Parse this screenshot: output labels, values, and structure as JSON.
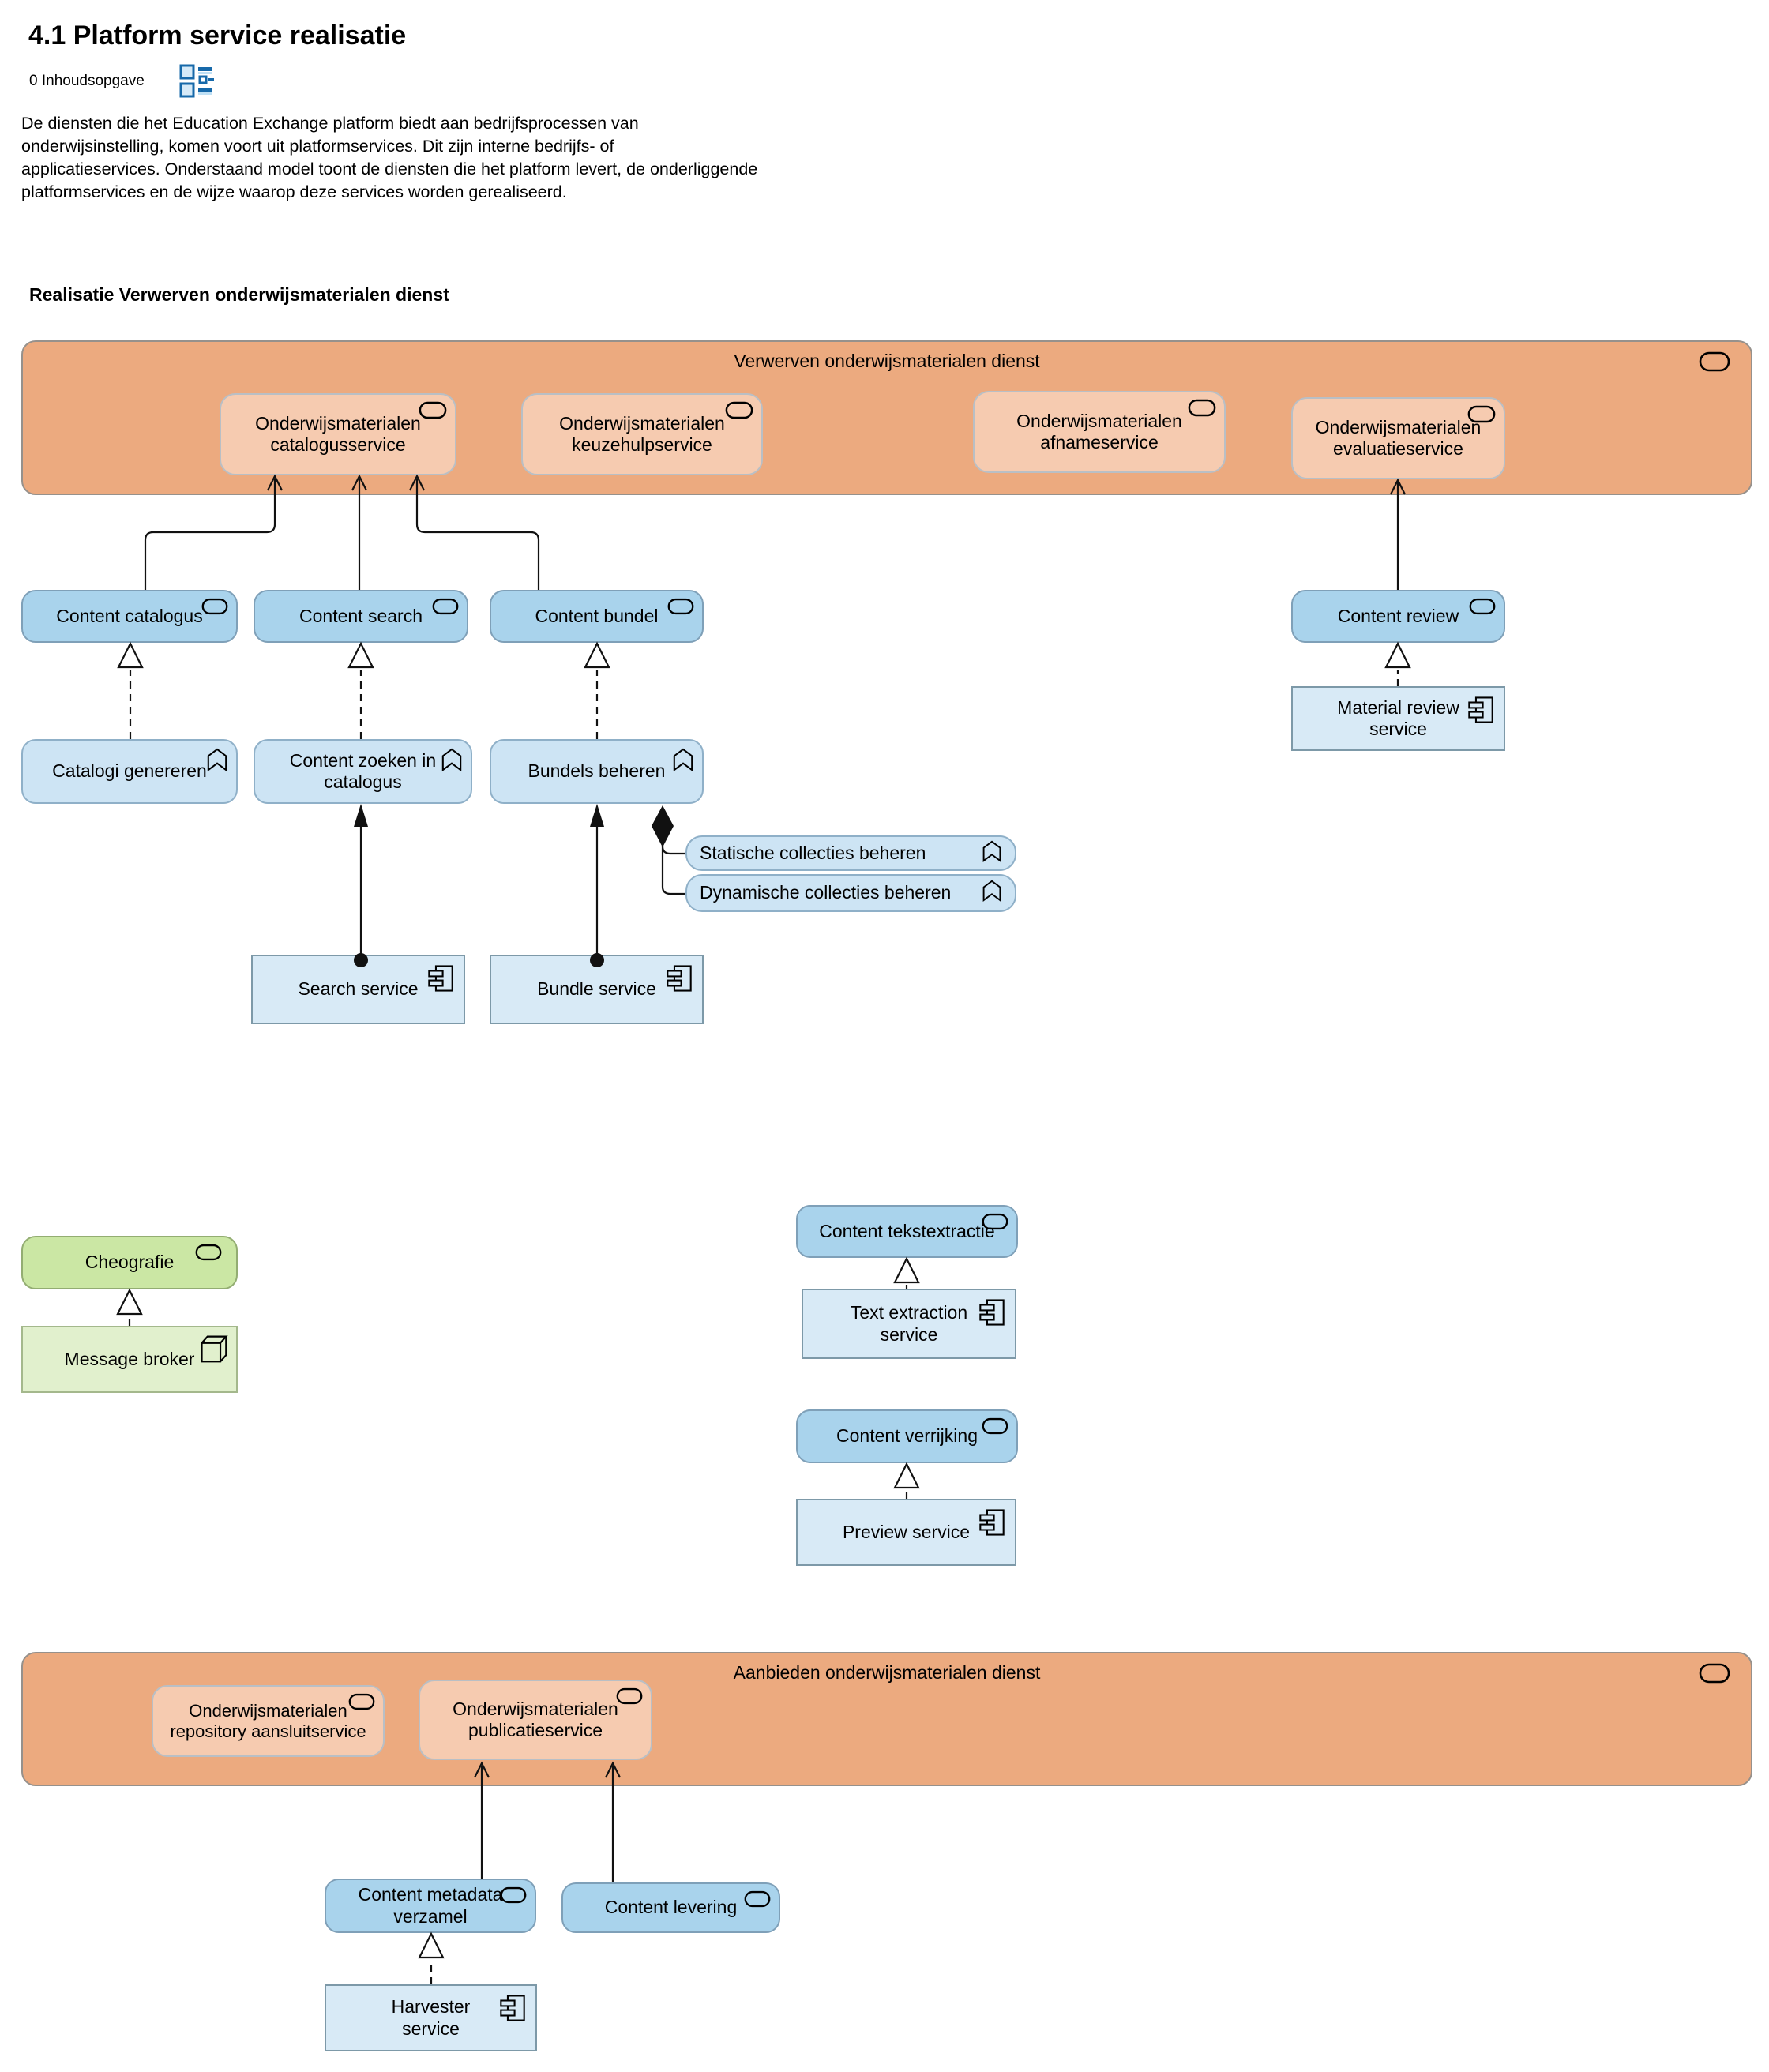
{
  "page": {
    "title": "4.1 Platform service realisatie",
    "toc_label": "0 Inhoudsopgave",
    "intro": "De diensten die het Education Exchange platform biedt aan bedrijfsprocessen van\nonderwijsinstelling, komen voort uit platformservices. Dit zijn interne bedrijfs- of\napplicatieservices. Onderstaand model toont de diensten die het platform levert, de onderliggende\nplatformservices en de wijze waarop deze services worden gerealiseerd.",
    "section_heading": "Realisatie Verwerven onderwijsmaterialen dienst"
  },
  "containers": {
    "verwerven": "Verwerven onderwijsmaterialen dienst",
    "aanbieden": "Aanbieden onderwijsmaterialen dienst"
  },
  "nodes": {
    "catalogusservice": "Onderwijsmaterialen catalogusservice",
    "keuzehulpservice": "Onderwijsmaterialen keuzehulpservice",
    "afnameservice": "Onderwijsmaterialen afnameservice",
    "evaluatieservice": "Onderwijsmaterialen evaluatieservice",
    "content_catalogus": "Content catalogus",
    "content_search": "Content search",
    "content_bundel": "Content bundel",
    "content_review": "Content review",
    "catalogi_genereren": "Catalogi genereren",
    "content_zoeken": "Content zoeken in catalogus",
    "bundels_beheren": "Bundels beheren",
    "material_review": "Material review service",
    "statische_collecties": "Statische collecties beheren",
    "dynamische_collecties": "Dynamische collecties beheren",
    "search_service": "Search service",
    "bundle_service": "Bundle service",
    "cheografie": "Cheografie",
    "message_broker": "Message broker",
    "content_tekstextractie": "Content tekstextractie",
    "text_extraction": "Text extraction service",
    "content_verrijking": "Content verrijking",
    "preview_service": "Preview service",
    "repository_aansluitservice": "Onderwijsmaterialen repository aansluitservice",
    "publicatieservice": "Onderwijsmaterialen publicatieservice",
    "metadata_verzamel": "Content metadata verzamel",
    "content_levering": "Content levering",
    "harvester_service": "Harvester service"
  },
  "icons": {
    "toc": "outline-toc-icon",
    "service": "archimate-service-icon",
    "function": "archimate-function-icon",
    "component": "uml-component-icon",
    "node": "archimate-node-icon"
  },
  "colors": {
    "orange_container": "#ecaa7f",
    "orange_inner": "#f6cbb0",
    "blue_service": "#a9d3ec",
    "blue_function": "#cde4f4",
    "blue_component": "#d8eaf6",
    "green_service": "#cbe7a4",
    "green_node": "#e1f0cd",
    "toc_icon_blue": "#1769aa",
    "line": "#000000"
  }
}
